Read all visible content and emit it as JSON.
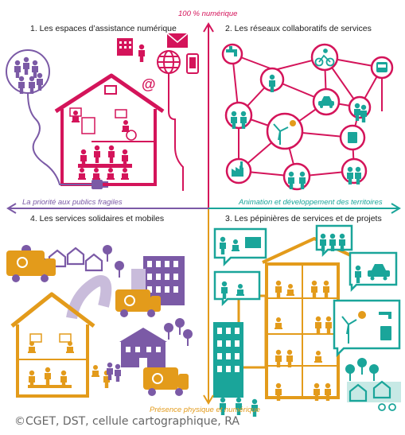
{
  "axes": {
    "top": "100 % numérique",
    "bottom": "Présence physique et numérique",
    "left": "La priorité aux publics fragiles",
    "right": "Animation et développement des territoires"
  },
  "quadrants": [
    {
      "title": "1. Les espaces d’assistance numérique",
      "color": "#d4145a"
    },
    {
      "title": "2. Les réseaux collaboratifs de services",
      "color": "#d4145a"
    },
    {
      "title": "3. Les pépinières de services et de projets",
      "color": "#1aa59a"
    },
    {
      "title": "4. Les services solidaires et mobiles",
      "color": "#e39b1b"
    }
  ],
  "colors": {
    "magenta": "#d4145a",
    "purple": "#7b5aa6",
    "orange": "#e39b1b",
    "teal": "#1aa59a"
  },
  "icons": [
    "building-icon",
    "person-icon",
    "mail-icon",
    "globe-icon",
    "phone-icon",
    "at-sign-icon",
    "tap-icon",
    "cyclist-icon",
    "bus-icon",
    "car-icon",
    "wind-turbine-icon",
    "sun-icon",
    "recycle-icon",
    "factory-icon",
    "handshake-icon",
    "wheelchair-icon",
    "van-icon",
    "house-icon",
    "tree-icon",
    "school-icon"
  ],
  "credit": "©CGET, DST, cellule cartographique, RA"
}
